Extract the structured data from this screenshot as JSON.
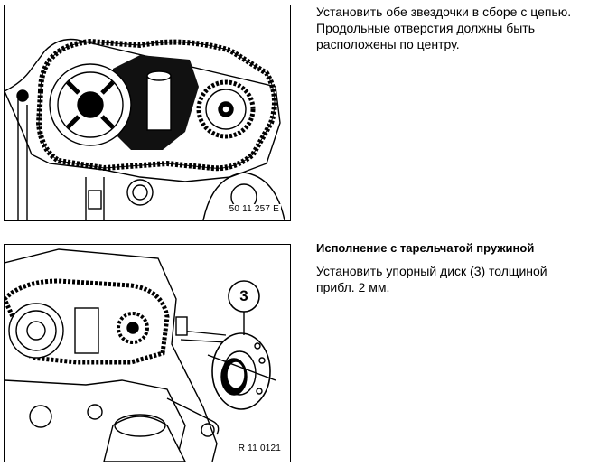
{
  "section1": {
    "instruction_lines": [
      "Установить обе звездочки в сборе с цепью.",
      "Продольные отверстия должны быть",
      "расположены по центру."
    ],
    "figure_label": "50 11 257 E"
  },
  "section2": {
    "heading": "Исполнение с тарельчатой пружиной",
    "instruction_lines": [
      "Установить упорный диск (3) толщиной",
      "прибл. 2 мм."
    ],
    "callout_number": "3",
    "figure_label": "R 11 0121"
  }
}
